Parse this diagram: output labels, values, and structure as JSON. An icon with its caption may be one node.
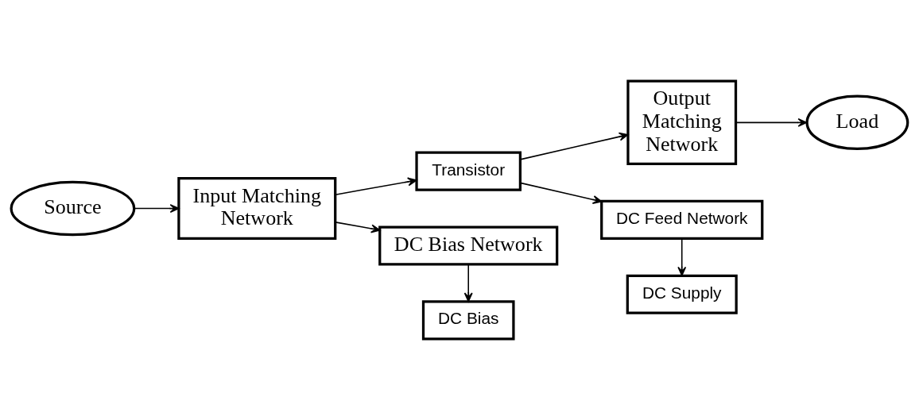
{
  "diagram": {
    "nodes": [
      {
        "text": [
          "Source"
        ]
      },
      {
        "text": [
          "Input Matching Network"
        ]
      },
      {
        "text": [
          "Transistor"
        ]
      },
      {
        "text": [
          "Output Matching Network"
        ]
      },
      {
        "text": [
          "Load"
        ]
      },
      {
        "text": [
          "DC Feed Network"
        ]
      },
      {
        "text": [
          "DC Supply"
        ]
      },
      {
        "text": [
          "DC Bias Network"
        ]
      },
      {
        "text": [
          "DC Bias"
        ]
      }
    ],
    "edges": [
      {
        "from": 0,
        "to": 1,
        "arrow": "to"
      },
      {
        "from": 1,
        "to": 2,
        "arrow": "to"
      },
      {
        "from": 1,
        "to": 7,
        "arrow": "to"
      },
      {
        "from": 2,
        "to": 3,
        "arrow": "to"
      },
      {
        "from": 2,
        "to": 5,
        "arrow": "to"
      },
      {
        "from": 5,
        "to": 6,
        "arrow": "to"
      },
      {
        "from": 7,
        "to": 8,
        "arrow": "to"
      },
      {
        "from": 3,
        "to": 4,
        "arrow": "to"
      }
    ]
  }
}
